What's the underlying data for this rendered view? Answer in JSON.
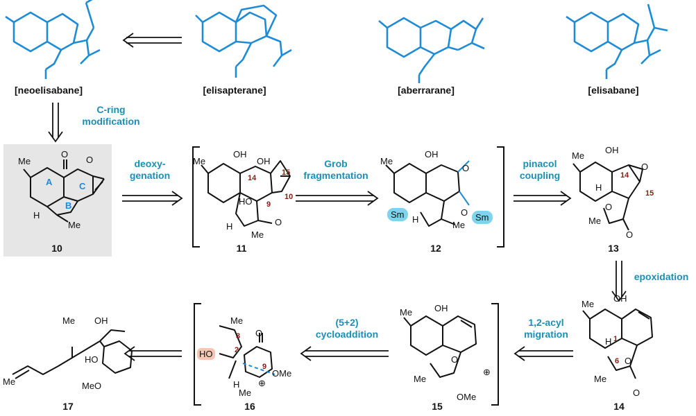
{
  "top_labels": [
    "[neoelisabane]",
    "[elisapterane]",
    "[aberrarane]",
    "[elisabane]"
  ],
  "steps": {
    "c_ring": [
      "C-ring",
      "modification"
    ],
    "deoxy": [
      "deoxy-",
      "genation"
    ],
    "grob": [
      "Grob",
      "fragmentation"
    ],
    "pinacol": [
      "pinacol",
      "coupling"
    ],
    "epox": [
      "epoxidation"
    ],
    "acyl": [
      "1,2-acyl",
      "migration"
    ],
    "cyclo": [
      "(5+2)",
      "cycloaddition"
    ]
  },
  "compounds": {
    "c10": "10",
    "c11": "11",
    "c12": "12",
    "c13": "13",
    "c14": "14",
    "c15": "15",
    "c16": "16",
    "c17": "17"
  },
  "atoms": {
    "me": "Me",
    "oh": "OH",
    "o": "O",
    "h": "H",
    "ho": "HO",
    "sm": "Sm",
    "ome": "OMe",
    "meo": "MeO",
    "plus": "⊕",
    "ringA": "A",
    "ringB": "B",
    "ringC": "C",
    "n14": "14",
    "n15": "15",
    "n10": "10",
    "n9": "9",
    "n1": "1",
    "n6": "6",
    "n3": "3",
    "n2": "2"
  },
  "colors": {
    "blue": "#1e8bd6",
    "caption": "#1a8fb5",
    "red": "#8a1b14",
    "orange": "#f08a3c",
    "box": "#e6e6e6",
    "sm_bg": "#7fd3ec",
    "hl_bg": "#f6c6b5"
  }
}
